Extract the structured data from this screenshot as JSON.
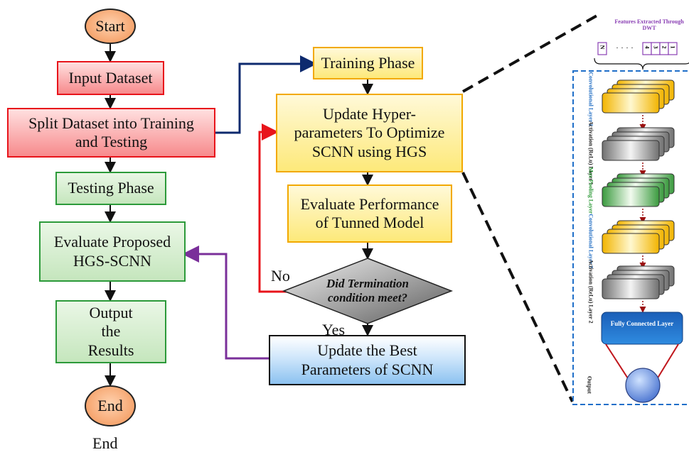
{
  "flow": {
    "start": "Start",
    "input_dataset": "Input Dataset",
    "split_dataset": "Split Dataset into Training and Testing",
    "testing_phase": "Testing Phase",
    "evaluate_proposed": "Evaluate Proposed HGS-SCNN",
    "output_results": "Output the Results",
    "end": "End",
    "end_caption": "End",
    "training_phase": "Training Phase",
    "update_hyper": "Update Hyper-parameters To Optimize SCNN using HGS",
    "evaluate_performance": "Evaluate Performance of Tunned Model",
    "decision": "Did Termination condition meet?",
    "no_label": "No",
    "yes_label": "Yes",
    "update_best": "Update the Best Parameters of SCNN"
  },
  "network": {
    "features_title": "Features Extracted Through DWT",
    "feature_cells": [
      "N",
      "4",
      "3",
      "2",
      "1"
    ],
    "ellipsis": ". . . .",
    "conv1": "Convolutional Layer 1",
    "act1": "Activation (ReLu) Layer 1",
    "maxpool": "Max Pooling Layer",
    "conv2": "Convolutional Layer 2",
    "act2": "Activation (ReLu) Layer 2",
    "fc": "Fully Connected Layer",
    "output": "Output"
  },
  "colors": {
    "arrow_black": "#111111",
    "arrow_navy": "#0d2a6e",
    "arrow_red": "#e8141b",
    "arrow_purple": "#7a2f9a",
    "panel_border": "#1f6fc9",
    "features_purple": "#8a3fb4"
  }
}
